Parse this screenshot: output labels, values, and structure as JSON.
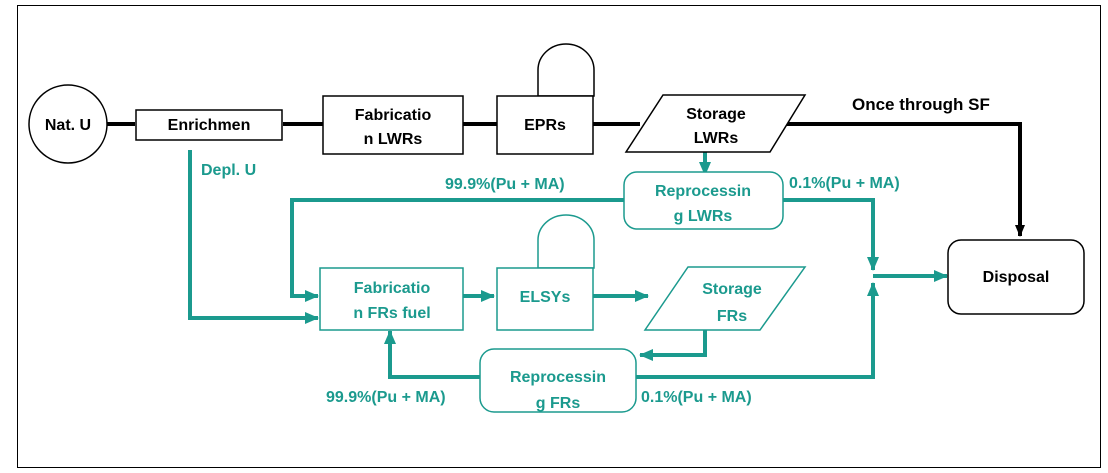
{
  "colors": {
    "teal": "#1b9a8e",
    "black": "#000000",
    "background": "#ffffff"
  },
  "nodes": {
    "nat_u": "Nat. U",
    "enrichment": "Enrichmen",
    "fab_lwr": [
      "Fabricatio",
      "n LWRs"
    ],
    "eprs": "EPRs",
    "storage_lwr": [
      "Storage",
      "LWRs"
    ],
    "reproc_lwr": [
      "Reprocessin",
      "g LWRs"
    ],
    "fab_fr": [
      "Fabricatio",
      "n FRs fuel"
    ],
    "elsys": "ELSYs",
    "storage_fr": [
      "Storage",
      "FRs"
    ],
    "reproc_fr": [
      "Reprocessin",
      "g FRs"
    ],
    "disposal": "Disposal"
  },
  "labels": {
    "once_through": "Once through SF",
    "depl_u": "Depl. U",
    "reproc_lwr_recycle": "99.9%(Pu + MA)",
    "reproc_lwr_loss": "0.1%(Pu + MA)",
    "reproc_fr_recycle": "99.9%(Pu + MA)",
    "reproc_fr_loss": "0.1%(Pu + MA)"
  }
}
